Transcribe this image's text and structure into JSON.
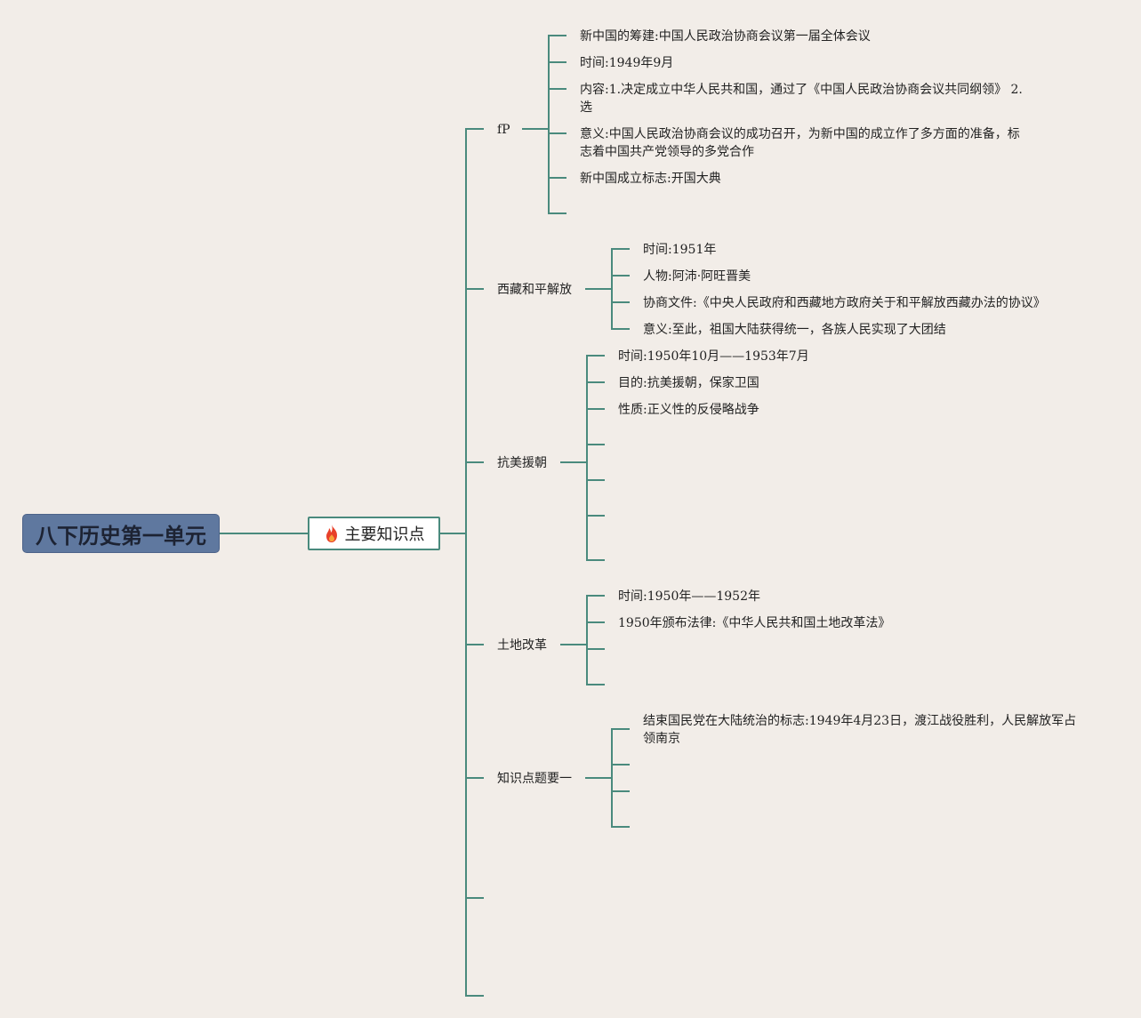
{
  "root": {
    "title": "八下历史第一单元"
  },
  "main": {
    "label": "主要知识点",
    "icon": "fire-icon"
  },
  "branches": [
    {
      "label": "fP",
      "items": [
        "新中国的筹建:中国人民政治协商会议第一届全体会议",
        "时间:1949年9月",
        "内容:1.决定成立中华人民共和国，通过了《中国人民政治协商会议共同纲领》 2.选",
        "意义:中国人民政治协商会议的成功召开，为新中国的成立作了多方面的准备，标志着中国共产党领导的多党合作",
        "新中国成立标志:开国大典"
      ]
    },
    {
      "label": "西藏和平解放",
      "items": [
        "时间:1951年",
        "人物:阿沛·阿旺晋美",
        "协商文件:《中央人民政府和西藏地方政府关于和平解放西藏办法的协议》",
        "意义:至此，祖国大陆获得统一，各族人民实现了大团结"
      ]
    },
    {
      "label": "抗美援朝",
      "items": [
        "时间:1950年10月——1953年7月",
        "目的:抗美援朝，保家卫国",
        "性质:正义性的反侵略战争"
      ]
    },
    {
      "label": "土地改革",
      "items": [
        "时间:1950年——1952年",
        "1950年颁布法律:《中华人民共和国土地改革法》"
      ]
    },
    {
      "label": "知识点题要一",
      "items": [
        "结束国民党在大陆统治的标志:1949年4月23日，渡江战役胜利，人民解放军占领南京"
      ]
    }
  ],
  "colors": {
    "connector": "#4a8a7d",
    "background": "#f2ede8",
    "root_fill": "#5f789f"
  }
}
